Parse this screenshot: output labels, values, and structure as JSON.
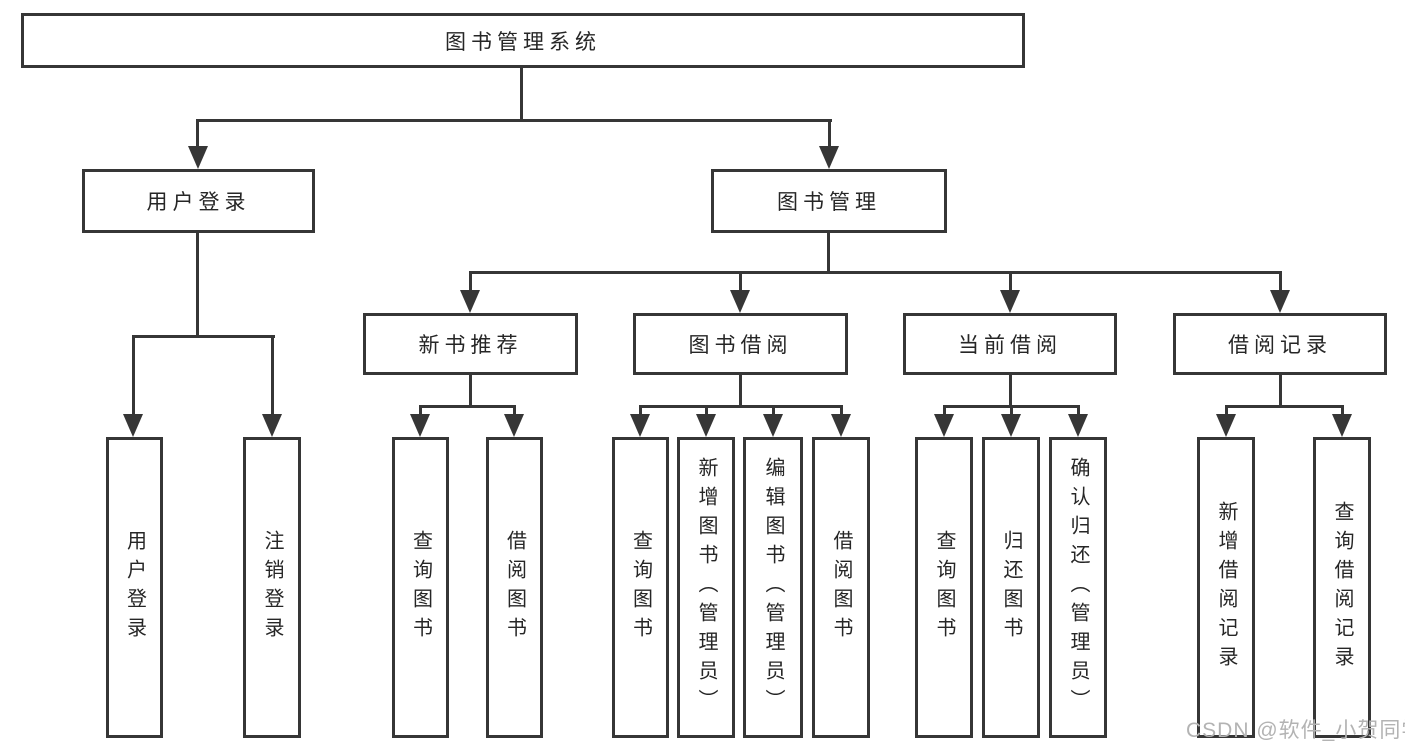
{
  "colors": {
    "line": "#363636",
    "node_border": "#363636",
    "node_fill": "#ffffff",
    "node_text": "#262626",
    "watermark": "#b3b3b3",
    "background": "#ffffff"
  },
  "diagram": {
    "root": {
      "label": "图书管理系统"
    },
    "branches": [
      {
        "label": "用户登录",
        "children": [
          {
            "label": "用户登录"
          },
          {
            "label": "注销登录"
          }
        ]
      },
      {
        "label": "图书管理",
        "children": [
          {
            "label": "新书推荐",
            "children": [
              {
                "label": "查询图书"
              },
              {
                "label": "借阅图书"
              }
            ]
          },
          {
            "label": "图书借阅",
            "children": [
              {
                "label": "查询图书"
              },
              {
                "label": "新增图书（管理员）"
              },
              {
                "label": "编辑图书（管理员）"
              },
              {
                "label": "借阅图书"
              }
            ]
          },
          {
            "label": "当前借阅",
            "children": [
              {
                "label": "查询图书"
              },
              {
                "label": "归还图书"
              },
              {
                "label": "确认归还（管理员）"
              }
            ]
          },
          {
            "label": "借阅记录",
            "children": [
              {
                "label": "新增借阅记录"
              },
              {
                "label": "查询借阅记录"
              }
            ]
          }
        ]
      }
    ]
  },
  "watermark": {
    "text": "CSDN @软件_小贺同学"
  }
}
